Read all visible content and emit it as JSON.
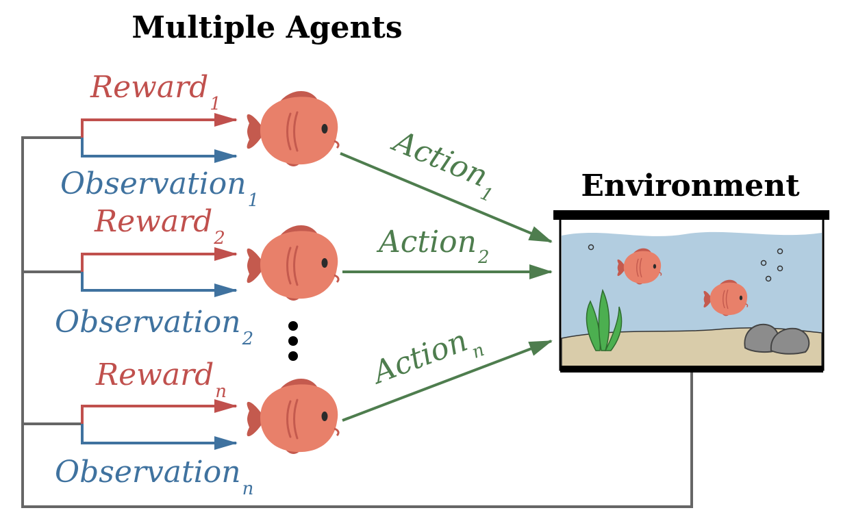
{
  "title": "Multiple Agents",
  "environment_label": "Environment",
  "colors": {
    "reward": "#c0504d",
    "observation": "#3f729f",
    "action": "#4e7d4e",
    "loop": "#666666",
    "fish_body": "#e8806a",
    "fish_fin": "#c45a4e",
    "water": "#b2cde0",
    "sand": "#d9ccaa",
    "seaweed": "#4caf50",
    "rock": "#888888"
  },
  "agents": [
    {
      "reward": {
        "main": "Reward",
        "sub": "1"
      },
      "observation": {
        "main": "Observation",
        "sub": "1"
      },
      "action": {
        "main": "Action",
        "sub": "1"
      }
    },
    {
      "reward": {
        "main": "Reward",
        "sub": "2"
      },
      "observation": {
        "main": "Observation",
        "sub": "2"
      },
      "action": {
        "main": "Action",
        "sub": "2"
      }
    },
    {
      "reward": {
        "main": "Reward",
        "sub": "n"
      },
      "observation": {
        "main": "Observation",
        "sub": "n"
      },
      "action": {
        "main": "Action",
        "sub": "n"
      }
    }
  ],
  "icons": {
    "agent": "fish-icon",
    "ellipsis": "vertical-ellipsis-icon",
    "environment": "aquarium-icon"
  }
}
